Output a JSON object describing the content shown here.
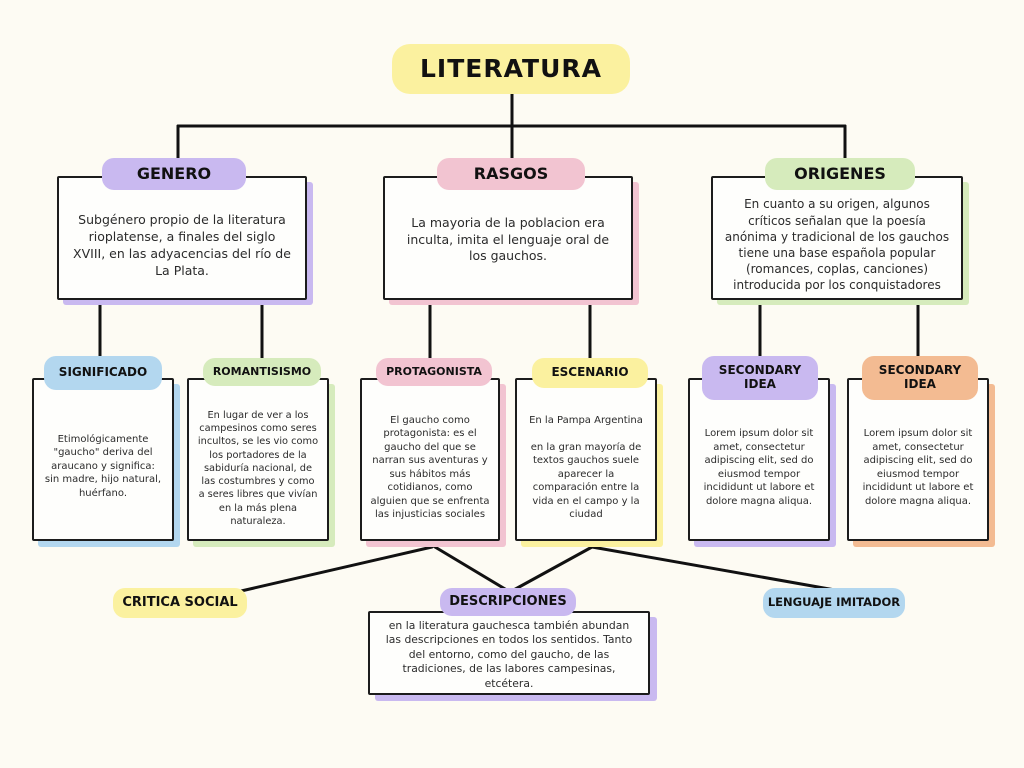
{
  "colors": {
    "background": "#fdfbf3",
    "yellow": "#fbf19f",
    "purple": "#c9b9f0",
    "pink": "#f2c4d1",
    "green": "#d6ebbc",
    "blue": "#b3d7ef",
    "orange": "#f3bb92",
    "line": "#111111"
  },
  "title": "LITERATURA",
  "genero": {
    "header": "GENERO",
    "text": "Subgénero propio de la literatura rioplatense, a finales del siglo XVIII, en las adyacencias del río de La Plata."
  },
  "rasgos": {
    "header": "RASGOS",
    "text": "La mayoria de la poblacion era inculta, imita el lenguaje oral de los gauchos."
  },
  "origenes": {
    "header": "ORIGENES",
    "text": "En cuanto a su origen, algunos críticos señalan que la poesía anónima y tradicional de los gauchos tiene una base española popular (romances, coplas, canciones) introducida por los conquistadores"
  },
  "significado": {
    "header": "SIGNIFICADO",
    "text": "Etimológicamente \"gaucho\" deriva del araucano y significa: sin madre, hijo natural, huérfano."
  },
  "romantisismo": {
    "header": "ROMANTISISMO",
    "text": "En lugar de ver a los campesinos como seres incultos, se les vio como los portadores de la sabiduría nacional, de las costumbres y como a seres libres que vivían en la más plena naturaleza."
  },
  "protagonista": {
    "header": "PROTAGONISTA",
    "text": "El gaucho como protagonista: es el gaucho del que se narran sus aventuras y sus hábitos más cotidianos, como alguien que se enfrenta las injusticias sociales"
  },
  "escenario": {
    "header": "ESCENARIO",
    "text": "En la Pampa Argentina\n\nen la gran mayoría de textos gauchos suele aparecer la comparación entre la vida en el campo y la ciudad"
  },
  "secondary1": {
    "header": "SECONDARY IDEA",
    "text": "Lorem ipsum dolor sit amet, consectetur adipiscing elit, sed do eiusmod tempor incididunt ut labore et dolore magna aliqua."
  },
  "secondary2": {
    "header": "SECONDARY IDEA",
    "text": "Lorem ipsum dolor sit amet, consectetur adipiscing elit, sed do eiusmod tempor incididunt ut labore et dolore magna aliqua."
  },
  "critica": {
    "label": "CRITICA SOCIAL"
  },
  "descripciones": {
    "header": "DESCRIPCIONES",
    "text": "en la literatura gauchesca también abundan las descripciones en todos los sentidos. Tanto del entorno, como del gaucho, de las tradiciones, de las labores campesinas, etcétera."
  },
  "lenguaje": {
    "label": "LENGUAJE IMITADOR"
  }
}
